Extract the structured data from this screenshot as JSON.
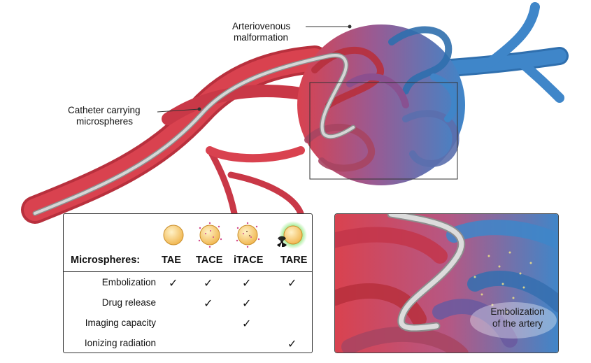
{
  "labels": {
    "avm_line1": "Arteriovenous",
    "avm_line2": "malformation",
    "catheter_line1": "Catheter carrying",
    "catheter_line2": "microspheres"
  },
  "table": {
    "header_label": "Microspheres:",
    "columns": [
      "TAE",
      "TACE",
      "iTACE",
      "TARE"
    ],
    "rows": [
      {
        "label": "Embolization",
        "checks": [
          true,
          true,
          true,
          true
        ]
      },
      {
        "label": "Drug release",
        "checks": [
          false,
          true,
          true,
          false
        ]
      },
      {
        "label": "Imaging capacity",
        "checks": [
          false,
          false,
          true,
          false
        ]
      },
      {
        "label": "Ionizing radiation",
        "checks": [
          false,
          false,
          false,
          true
        ]
      }
    ],
    "check_glyph": "✓"
  },
  "zoom": {
    "caption_line1": "Embolization",
    "caption_line2": "of the artery"
  },
  "colors": {
    "artery": "#d9424f",
    "vein": "#3f86c9",
    "catheter": "#c9c9c9"
  }
}
